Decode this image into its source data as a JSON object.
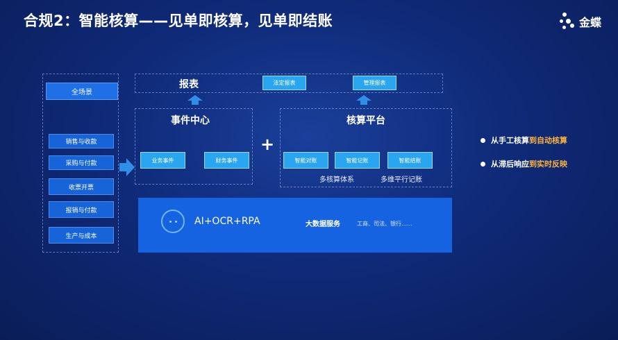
{
  "slide": {
    "title": "合规2：智能核算——见单即核算，见单即结账",
    "brand": "金蝶"
  },
  "sidebar": {
    "header": "全场景",
    "items": [
      "销售与收款",
      "采购与付款",
      "收票开票",
      "报销与付款",
      "生产与成本"
    ]
  },
  "report": {
    "label": "报表",
    "items": [
      "法定报表",
      "管理报表"
    ]
  },
  "event_center": {
    "label": "事件中心",
    "items": [
      "业务事件",
      "财务事件"
    ]
  },
  "plus": "+",
  "accounting_platform": {
    "label": "核算平台",
    "items": [
      "智能对账",
      "智能记账",
      "智能结账"
    ],
    "captions": [
      "多核算体系",
      "多维平行记账"
    ]
  },
  "services": {
    "ai": "AI+OCR+RPA",
    "big_data": "大数据服务",
    "sources": "工商、司法、银行……"
  },
  "benefits": [
    {
      "prefix": "从手工核算",
      "highlight": "到自动核算"
    },
    {
      "prefix": "从滞后响应",
      "highlight": "到实时反映"
    }
  ],
  "colors": {
    "accent": "#2aa5f0",
    "highlight": "#ffb23c",
    "panel": "#1563e0"
  }
}
